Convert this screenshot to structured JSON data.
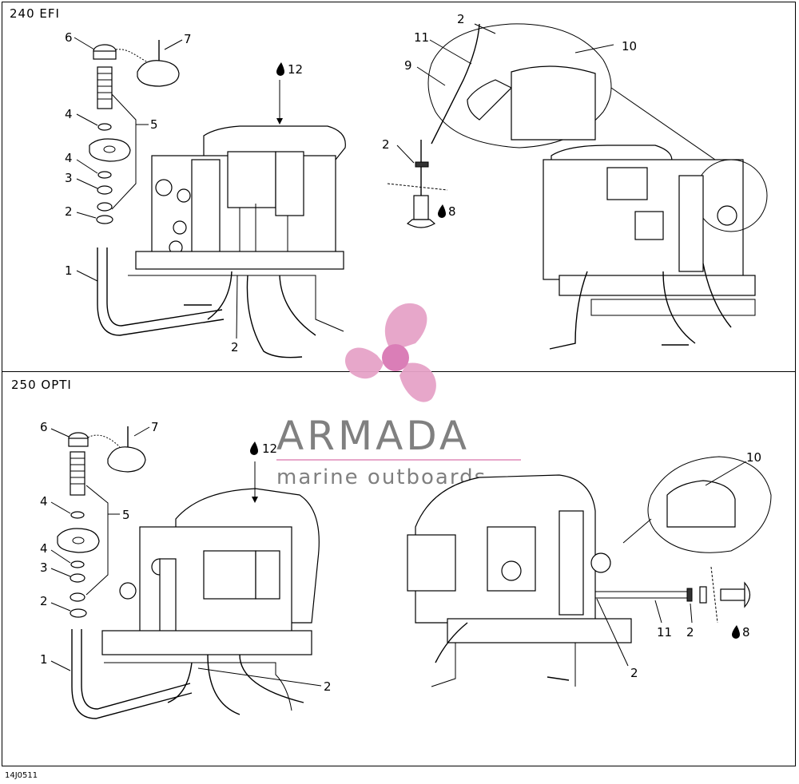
{
  "sections": {
    "top_title": "240 EFI",
    "bottom_title": "250 OPTI"
  },
  "top_callouts": {
    "c1": "1",
    "c2a": "2",
    "c2b": "2",
    "c2c": "2",
    "c3": "3",
    "c4a": "4",
    "c4b": "4",
    "c5": "5",
    "c6": "6",
    "c7": "7",
    "c8": "8",
    "c9": "9",
    "c10": "10",
    "c11": "11",
    "c12": "12"
  },
  "bottom_callouts": {
    "c1": "1",
    "c2a": "2",
    "c2b": "2",
    "c2c": "2",
    "c2d": "2",
    "c3": "3",
    "c4a": "4",
    "c4b": "4",
    "c5": "5",
    "c6": "6",
    "c7": "7",
    "c8": "8",
    "c10": "10",
    "c11": "11",
    "c12": "12"
  },
  "watermark": {
    "name": "ARMADA",
    "tagline": "marine outboards",
    "accent_color": "#e6a3c8"
  },
  "document_code": "14J0511"
}
